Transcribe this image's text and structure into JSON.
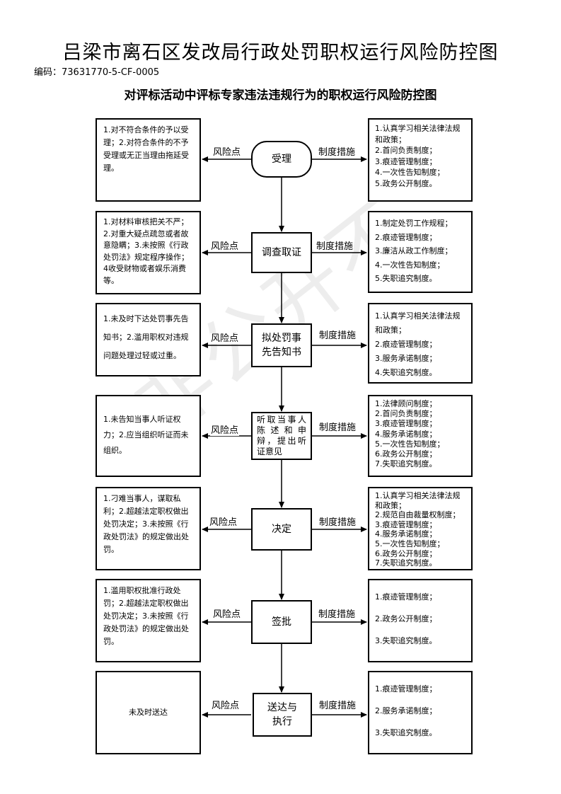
{
  "header": {
    "title": "吕梁市离石区发改局行政处罚职权运行风险防控图",
    "code": "编码：73631770-5-CF-0005",
    "subtitle": "对评标活动中评标专家违法违规行为的职权运行风险防控图"
  },
  "watermark": "非公开不",
  "labels": {
    "risk": "风险点",
    "measure": "制度措施"
  },
  "steps": [
    {
      "process": "受理",
      "risk": "1.对不符合条件的予以受理；2.对符合条件的不予受理或无正当理由拖延受理。",
      "measures": [
        "1.认真学习相关法律法规和政策；",
        "2.首问负责制度；",
        "3.痕迹管理制度；",
        "4.一次性告知制度；",
        "5.政务公开制度。"
      ]
    },
    {
      "process": "调查取证",
      "risk": "1.对材料审核把关不严；2.对重大疑点疏忽或者故意隐瞒；3.未按照《行政处罚法》规定程序操作；4收受财物或者娱乐消费等。",
      "measures": [
        "1.制定处罚工作规程；",
        "2.痕迹管理制度；",
        "3.廉洁从政工作制度；",
        "4.一次性告知制度；",
        "5.失职追究制度。"
      ]
    },
    {
      "process": "拟处罚事先告知书",
      "risk": "1.未及时下达处罚事先告知书；2.滥用职权对违规问题处理过轻或过重。",
      "measures": [
        "1.认真学习相关法律法规和政策；",
        "2.痕迹管理制度；",
        "3.服务承诺制度；",
        "4.失职追究制度。"
      ]
    },
    {
      "process": "听取当事人陈述和申辩，提出听证意见",
      "risk": "1.未告知当事人听证权力；2.应当组织听证而未组织。",
      "measures": [
        "1.法律顾问制度；",
        "2.首问负责制度；",
        "3.痕迹管理制度；",
        "4.服务承诺制度；",
        "5.一次性告知制度；",
        "6.政务公开制度；",
        "7.失职追究制度。"
      ]
    },
    {
      "process": "决定",
      "risk": "1.刁难当事人，谋取私利；2.超越法定职权做出处罚决定；3.未按照《行政处罚法》的规定做出处罚。",
      "measures": [
        "1.认真学习相关法律法规和政策；",
        "2.规范自由裁量权制度；",
        "3.痕迹管理制度；",
        "4.服务承诺制度；",
        "5.一次性告知制度；",
        "6.政务公开制度；",
        "7.失职追究制度。"
      ]
    },
    {
      "process": "签批",
      "risk": "1.滥用职权批准行政处罚；2.超越法定职权做出处罚决定；3.未按照《行政处罚法》的规定做出处罚。",
      "measures": [
        "1.痕迹管理制度；",
        "2.政务公开制度；",
        "3.失职追究制度。"
      ]
    },
    {
      "process": "送达与执行",
      "risk": "未及时送达",
      "measures": [
        "1.痕迹管理制度；",
        "2.服务承诺制度；",
        "3.失职追究制度。"
      ]
    }
  ]
}
